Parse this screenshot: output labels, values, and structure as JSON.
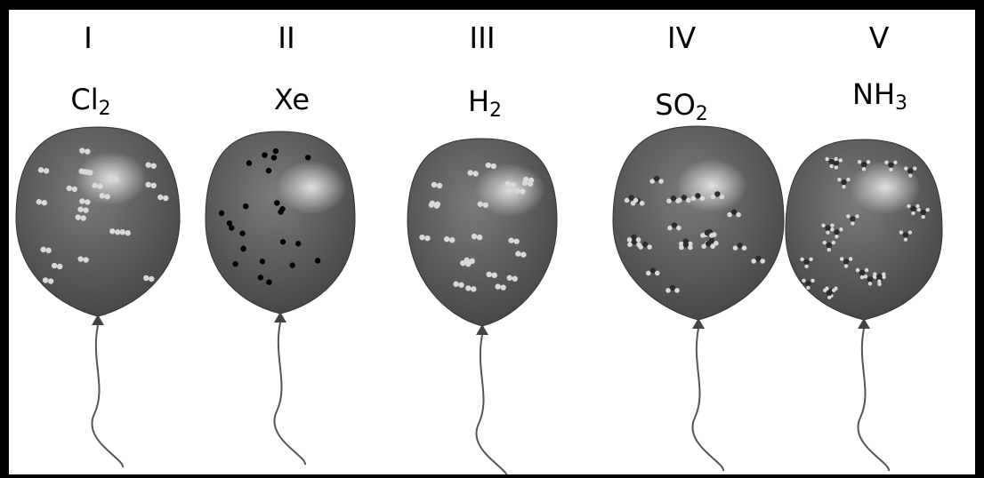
{
  "balloons": [
    {
      "numeral": "I",
      "formula": {
        "base": "Cl",
        "mid": "",
        "sub": "2",
        "tail": ""
      },
      "particle": "diatomic"
    },
    {
      "numeral": "II",
      "formula": {
        "base": "Xe",
        "mid": "",
        "sub": "",
        "tail": ""
      },
      "particle": "atom"
    },
    {
      "numeral": "III",
      "formula": {
        "base": "H",
        "mid": "",
        "sub": "2",
        "tail": ""
      },
      "particle": "diatomic"
    },
    {
      "numeral": "IV",
      "formula": {
        "base": "SO",
        "mid": "",
        "sub": "2",
        "tail": ""
      },
      "particle": "triatomic"
    },
    {
      "numeral": "V",
      "formula": {
        "base": "NH",
        "mid": "",
        "sub": "3",
        "tail": ""
      },
      "particle": "tetra-atomic"
    }
  ],
  "colors": {
    "frame": "#000000",
    "balloon_dark": "#3f3f3f",
    "balloon_mid": "#7a7a7a",
    "highlight": "#e6e6e6",
    "particle_light": "#d9d9d9",
    "particle_dark": "#000000",
    "string": "#555555"
  }
}
